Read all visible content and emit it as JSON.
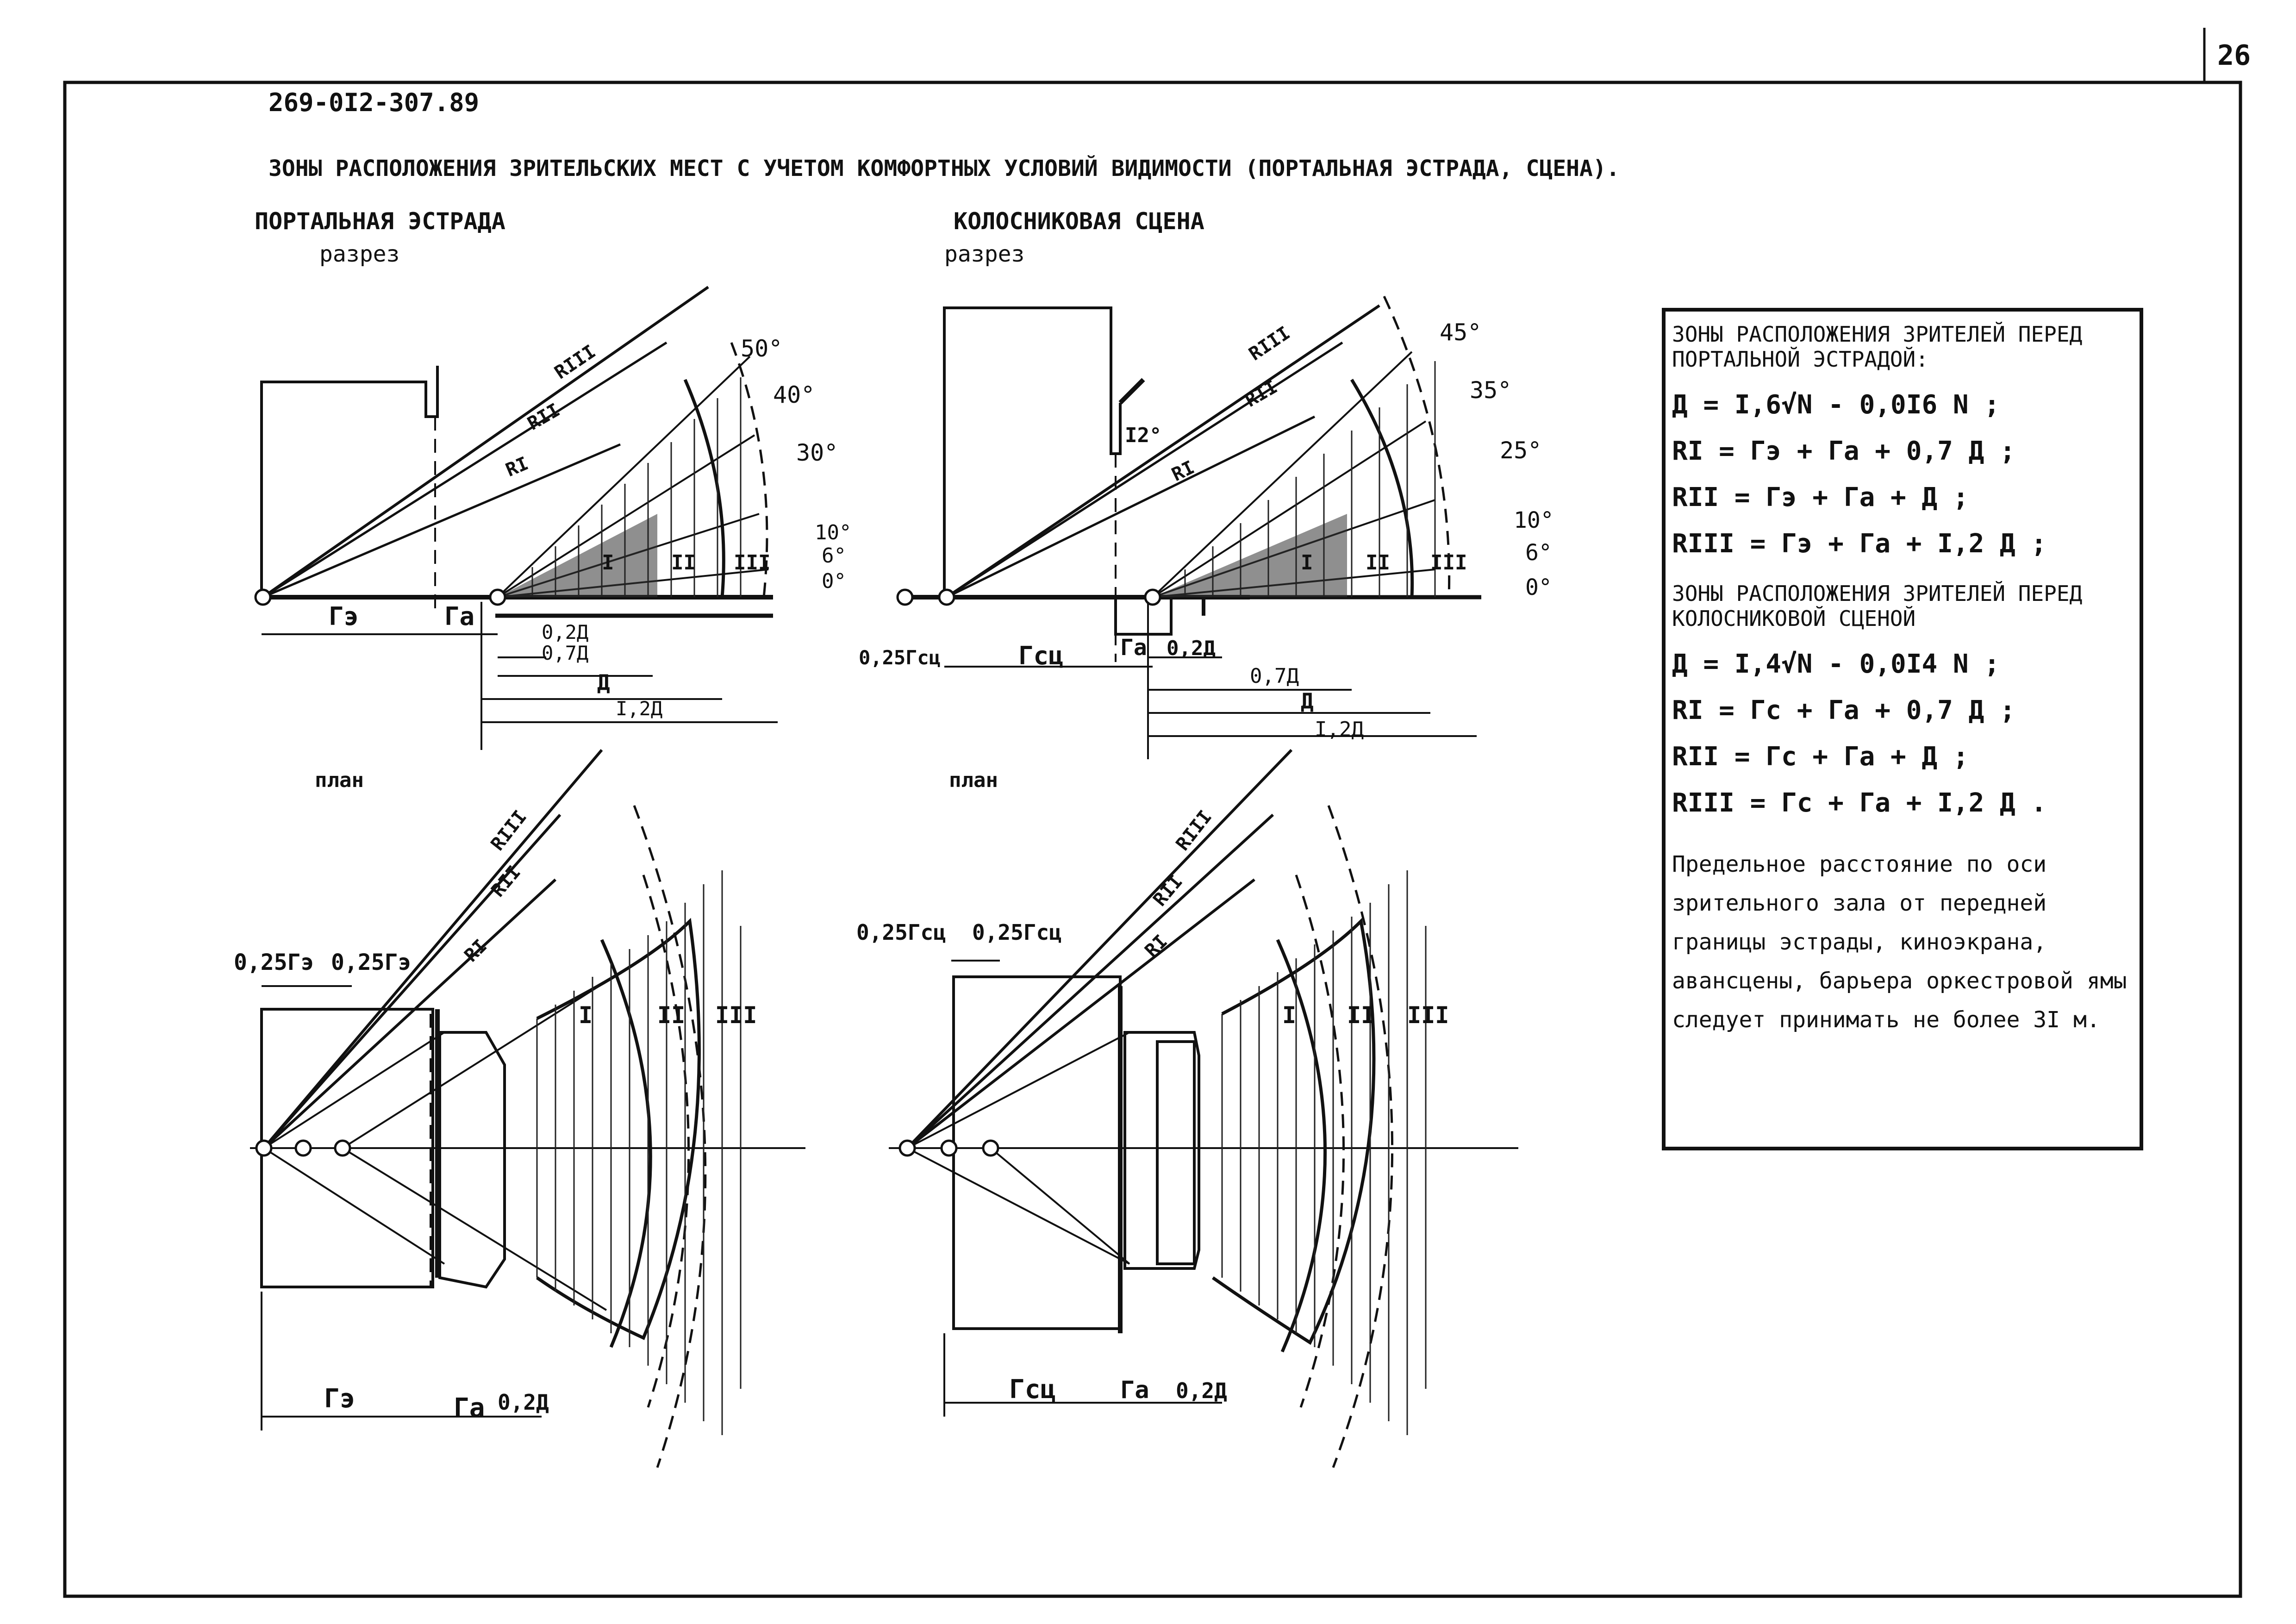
{
  "page": {
    "page_number": "26",
    "doc_code": "269-0I2-307.89",
    "title": "ЗОНЫ РАСПОЛОЖЕНИЯ ЗРИТЕЛЬСКИХ МЕСТ С УЧЕТОМ КОМФОРТНЫХ УСЛОВИЙ ВИДИМОСТИ (ПОРТАЛЬНАЯ ЭСТРАДА, СЦЕНА)."
  },
  "left": {
    "heading": "ПОРТАЛЬНАЯ ЭСТРАДА",
    "section_label": "разрез",
    "plan_label": "план",
    "radii": [
      "RI",
      "RII",
      "RIII"
    ],
    "angles": [
      "50°",
      "40°",
      "30°",
      "10°",
      "6°",
      "0°"
    ],
    "zones": [
      "I",
      "II",
      "III"
    ],
    "dims_section": [
      "Гэ",
      "Га",
      "0,2Д",
      "0,7Д",
      "Д",
      "I,2Д"
    ],
    "dims_plan_top": [
      "0,25Гэ",
      "0,25Гэ"
    ],
    "dims_plan_bottom": [
      "Гэ",
      "Га",
      "0,2Д"
    ]
  },
  "right": {
    "heading": "КОЛОСНИКОВАЯ СЦЕНА",
    "section_label": "разрез",
    "plan_label": "план",
    "radii": [
      "RI",
      "RII",
      "RIII"
    ],
    "angles": [
      "45°",
      "35°",
      "25°",
      "10°",
      "6°",
      "0°"
    ],
    "tilt_angle": "I2°",
    "zones": [
      "I",
      "II",
      "III"
    ],
    "dims_section": [
      "0,25Гсц",
      "Гсц",
      "Га",
      "0,2Д",
      "0,7Д",
      "Д",
      "I,2Д"
    ],
    "dims_plan_top": [
      "0,25Гсц",
      "0,25Гсц"
    ],
    "dims_plan_bottom": [
      "Гсц",
      "Га",
      "0,2Д"
    ]
  },
  "notes": {
    "portal_heading": "ЗОНЫ РАСПОЛОЖЕНИЯ ЗРИТЕЛЕЙ ПЕРЕД ПОРТАЛЬНОЙ ЭСТРАДОЙ:",
    "portal_formulas": [
      "Д = I,6√N - 0,0I6 N ;",
      "RI = Гэ + Га + 0,7 Д ;",
      "RII = Гэ + Га + Д ;",
      "RIII = Гэ + Га + I,2 Д ;"
    ],
    "stage_heading": "ЗОНЫ РАСПОЛОЖЕНИЯ ЗРИТЕЛЕЙ ПЕРЕД КОЛОСНИКОВОЙ СЦЕНОЙ",
    "stage_formulas": [
      "Д = I,4√N - 0,0I4 N ;",
      "RI = Гс + Га + 0,7 Д ;",
      "RII = Гс + Га + Д ;",
      "RIII = Гс + Га + I,2 Д ."
    ],
    "limit_note": "Предельное расстояние по оси зрительного зала от передней границы эстрады, киноэкрана, авансцены, барьера оркестровой ямы следует принимать не более 3I м."
  }
}
